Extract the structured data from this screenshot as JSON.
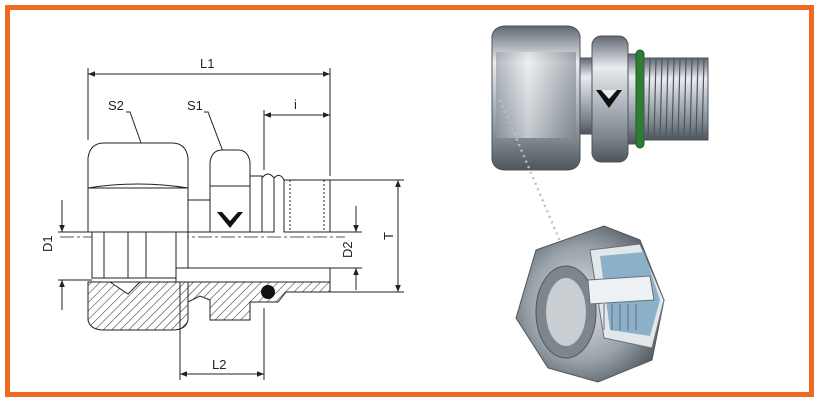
{
  "colors": {
    "border": "#ef6a1f",
    "line": "#222222",
    "hatch": "#3a3a3a",
    "steel_light": "#e6e9ec",
    "steel_mid": "#a8b0b7",
    "steel_dark": "#5f6770",
    "oring": "#2e7d32",
    "cutaway": "#7aa6c4"
  },
  "labels": {
    "L1": "L1",
    "S2": "S2",
    "S1": "S1",
    "i": "i",
    "D1": "D1",
    "D2": "D2",
    "T": "T",
    "L2": "L2"
  },
  "icons": {
    "brand_mark": "chevron-v-logo",
    "seal": "o-ring"
  }
}
